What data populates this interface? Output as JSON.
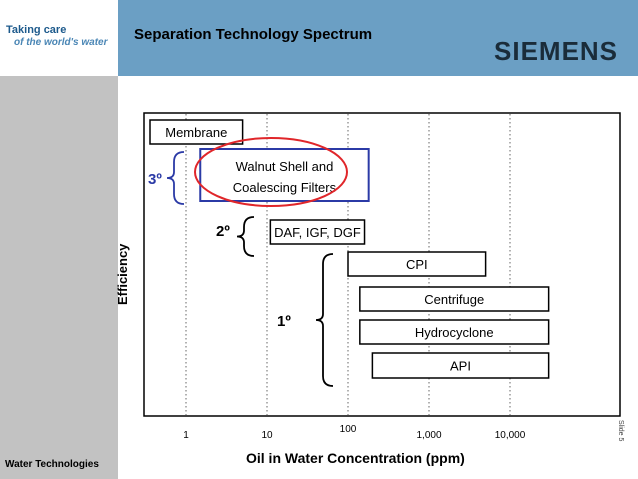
{
  "header": {
    "title": "Separation Technology Spectrum",
    "brand": "SIEMENS",
    "logo_line1": "Taking care",
    "logo_line2": "of the world's water"
  },
  "footer": {
    "label": "Water Technologies",
    "slide_number": "Slide 5"
  },
  "colors": {
    "header_bar": "#6b9fc4",
    "left_strip": "#c2c2c2",
    "tertiary_accent": "#2b3aa6",
    "highlight_ring": "#e0262a"
  },
  "chart_data": {
    "type": "range-bar",
    "xlabel": "Oil in Water Concentration (ppm)",
    "ylabel": "Efficiency",
    "x_scale": "log",
    "x_ticks": [
      {
        "value": 1,
        "label": "1"
      },
      {
        "value": 10,
        "label": "10"
      },
      {
        "value": 100,
        "label": "100"
      },
      {
        "value": 1000,
        "label": "1,000"
      },
      {
        "value": 10000,
        "label": "10,000"
      }
    ],
    "grid": "vertical-dotted",
    "technologies": [
      {
        "name": "Membrane",
        "min_ppm": 0.3,
        "max_ppm": 5
      },
      {
        "name": "Walnut Shell and",
        "name_line2": "Coalescing Filters",
        "min_ppm": 1.5,
        "max_ppm": 180,
        "highlighted": true
      },
      {
        "name": "DAF, IGF, DGF",
        "min_ppm": 11,
        "max_ppm": 160
      },
      {
        "name": "CPI",
        "min_ppm": 100,
        "max_ppm": 5000
      },
      {
        "name": "Centrifuge",
        "min_ppm": 140,
        "max_ppm": 30000
      },
      {
        "name": "Hydrocyclone",
        "min_ppm": 140,
        "max_ppm": 30000
      },
      {
        "name": "API",
        "min_ppm": 200,
        "max_ppm": 30000
      }
    ],
    "stages": [
      {
        "label": "3º",
        "members": [
          "Walnut Shell and"
        ]
      },
      {
        "label": "2º",
        "members": [
          "DAF, IGF, DGF"
        ]
      },
      {
        "label": "1º",
        "members": [
          "CPI",
          "Centrifuge",
          "Hydrocyclone",
          "API"
        ]
      }
    ]
  }
}
